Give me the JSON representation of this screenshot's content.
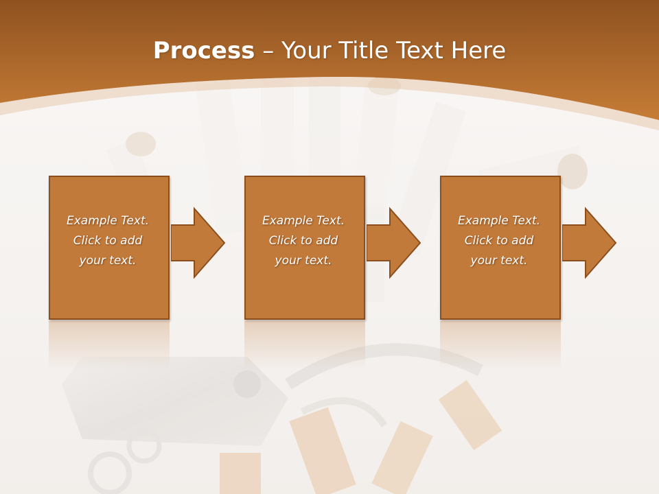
{
  "slide": {
    "title_bold": "Process",
    "title_rest": " – Your Title Text Here"
  },
  "steps": [
    {
      "text": "Example Text.\nClick  to add\nyour text."
    },
    {
      "text": "Example Text.\nClick  to add\nyour text."
    },
    {
      "text": "Example Text.\nClick  to add\nyour text."
    }
  ],
  "colors": {
    "title_band": "#b8722f",
    "box_fill": "#c27a3a",
    "box_border": "#8b4f1f",
    "text": "#ffffff"
  },
  "icons": [
    "arrow-right-icon"
  ]
}
